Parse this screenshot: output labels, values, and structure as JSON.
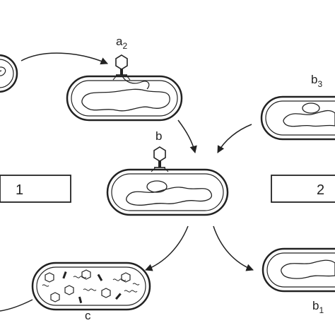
{
  "labels": {
    "a2": {
      "main": "a",
      "sub": "2"
    },
    "b": {
      "main": "b",
      "sub": ""
    },
    "b1": {
      "main": "b",
      "sub": "1"
    },
    "b3": {
      "main": "b",
      "sub": "3"
    },
    "c": {
      "main": "c",
      "sub": ""
    }
  },
  "boxes": {
    "box1": "1",
    "box2": "2"
  }
}
